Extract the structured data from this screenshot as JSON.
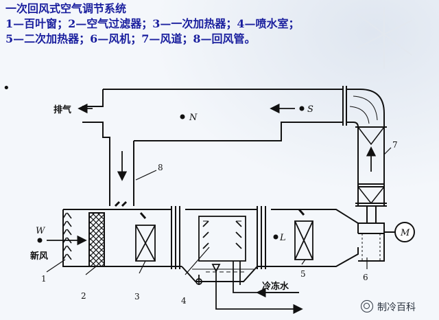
{
  "title": {
    "line1": "一次回风式空气调节系统",
    "line2": "1—百叶窗；2—空气过滤器；3—一次加热器；4—喷水室；",
    "line3": "5—二次加热器；6—风机；7—风道；8—回风管。"
  },
  "bullet": "•",
  "labels": {
    "exhaust": "排气",
    "fresh_air": "新风",
    "chilled_water": "冷冻水",
    "N": "N",
    "S": "S",
    "W": "W",
    "L": "L",
    "fan_symbol": "M",
    "n1": "1",
    "n2": "2",
    "n3": "3",
    "n4": "4",
    "n5": "5",
    "n6": "6",
    "n7": "7",
    "n8": "8"
  },
  "watermark": "制冷百科",
  "colors": {
    "title": "#1a1f9e",
    "line": "#111111"
  }
}
